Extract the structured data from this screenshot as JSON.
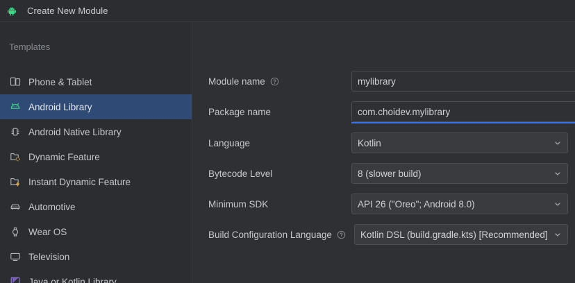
{
  "window": {
    "title": "Create New Module",
    "icon": "android-logo-icon",
    "accent_color": "#3574f0",
    "selection_color": "#2f4a75",
    "background_color": "#2b2d30",
    "content_background_color": "#2e3033"
  },
  "sidebar": {
    "header": "Templates",
    "selected_index": 1,
    "items": [
      {
        "label": "Phone & Tablet",
        "icon": "phone-tablet-icon",
        "selected": false
      },
      {
        "label": "Android Library",
        "icon": "android-robot-icon",
        "selected": true
      },
      {
        "label": "Android Native Library",
        "icon": "native-chip-icon",
        "selected": false
      },
      {
        "label": "Dynamic Feature",
        "icon": "dynamic-feature-folder-icon",
        "selected": false
      },
      {
        "label": "Instant Dynamic Feature",
        "icon": "instant-feature-folder-icon",
        "selected": false
      },
      {
        "label": "Automotive",
        "icon": "car-icon",
        "selected": false
      },
      {
        "label": "Wear OS",
        "icon": "watch-icon",
        "selected": false
      },
      {
        "label": "Television",
        "icon": "television-icon",
        "selected": false
      },
      {
        "label": "Java or Kotlin Library",
        "icon": "java-kotlin-library-icon",
        "selected": false
      }
    ]
  },
  "form": {
    "fields": [
      {
        "label": "Module name",
        "type": "text",
        "value": "mylibrary",
        "has_help_icon": true,
        "focused": false
      },
      {
        "label": "Package name",
        "type": "text",
        "value": "com.choidev.mylibrary",
        "has_help_icon": false,
        "focused": true
      },
      {
        "label": "Language",
        "type": "combo",
        "value": "Kotlin",
        "has_help_icon": false,
        "focused": false
      },
      {
        "label": "Bytecode Level",
        "type": "combo",
        "value": "8 (slower build)",
        "has_help_icon": false,
        "focused": false
      },
      {
        "label": "Minimum SDK",
        "type": "combo",
        "value": "API 26 (\"Oreo\"; Android 8.0)",
        "has_help_icon": false,
        "focused": false
      },
      {
        "label": "Build Configuration Language",
        "type": "combo",
        "value": "Kotlin DSL (build.gradle.kts) [Recommended]",
        "has_help_icon": true,
        "focused": false
      }
    ]
  }
}
